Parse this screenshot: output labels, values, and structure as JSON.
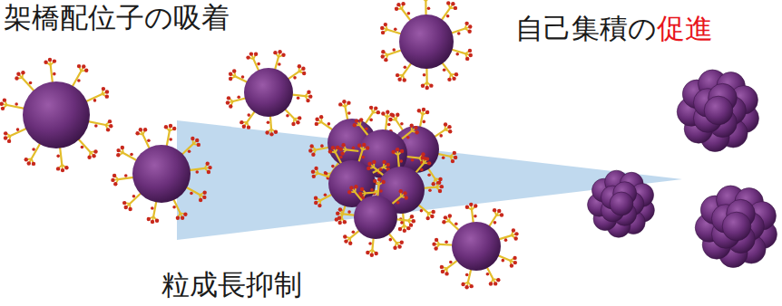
{
  "diagram": {
    "labels": [
      "架橋配位子の吸着",
      "自己集積の",
      "促進",
      "粒成長抑制"
    ]
  }
}
